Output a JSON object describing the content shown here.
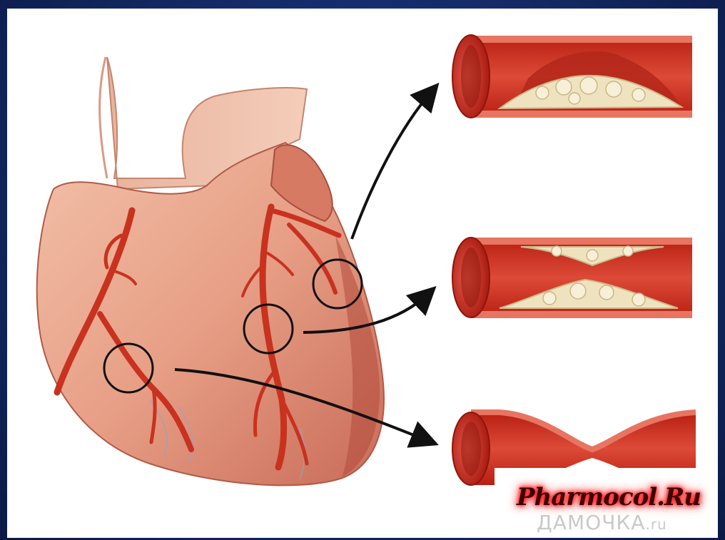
{
  "logo": {
    "text": "Pharmocol.Ru"
  },
  "watermark": {
    "main": "ДАМОЧКА",
    "suffix": ".ru"
  },
  "colors": {
    "background": "#132a66",
    "panel": "#ffffff",
    "heart": "#e9a58d",
    "artery": "#c8321f",
    "plaque": "#efe3bf",
    "arrow": "#111111"
  },
  "vessels": [
    {
      "name": "vessel-plaque",
      "state": "plaque on lower wall"
    },
    {
      "name": "vessel-narrowed",
      "state": "plaque on both walls, narrowed lumen"
    },
    {
      "name": "vessel-spasm",
      "state": "constricted vessel"
    }
  ]
}
